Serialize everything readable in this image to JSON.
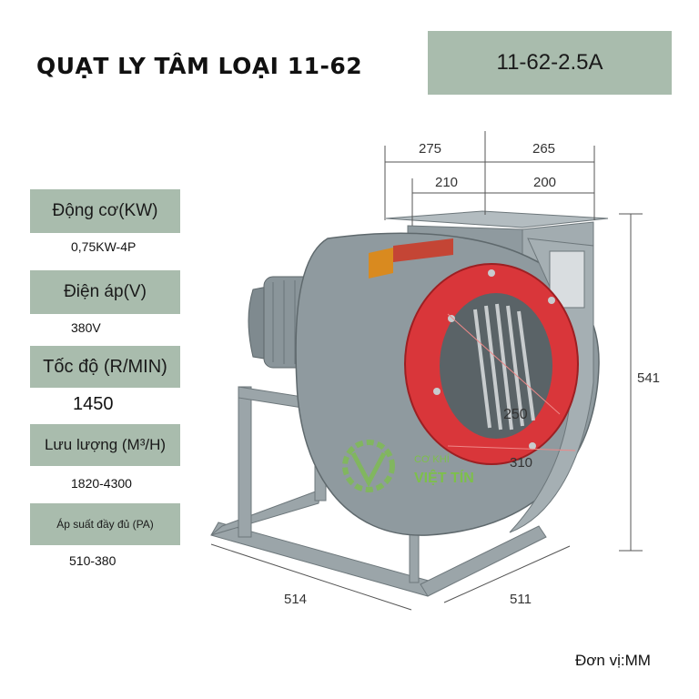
{
  "title": "QUẠT LY TÂM LOẠI 11-62",
  "model": "11-62-2.5A",
  "specs": [
    {
      "label": "Động cơ(KW)",
      "value": "0,75KW-4P"
    },
    {
      "label": "Điện áp(V)",
      "value": "380V"
    },
    {
      "label": "Tốc độ (R/MIN)",
      "value": "1450"
    },
    {
      "label": "Lưu lượng (M³/H)",
      "value": "1820-4300"
    },
    {
      "label": "Áp suất đầy đủ (PA)",
      "value": "510-380"
    }
  ],
  "dimensions": {
    "outer_left": "275",
    "outer_right": "265",
    "inner_left": "210",
    "inner_right": "200",
    "height": "541",
    "base_length": "514",
    "base_width": "511",
    "inlet_diameter": "250",
    "outlet_diameter": "310"
  },
  "watermark": {
    "line1": "CƠ KHÍ",
    "line2": "VIỆT TÍN"
  },
  "unit_note": "Đơn vị:MM",
  "colors": {
    "label_bg": "#a9bcad",
    "fan_body": "#8f9a9f",
    "inlet_ring": "#d9363a",
    "watermark": "#7dc04a"
  }
}
